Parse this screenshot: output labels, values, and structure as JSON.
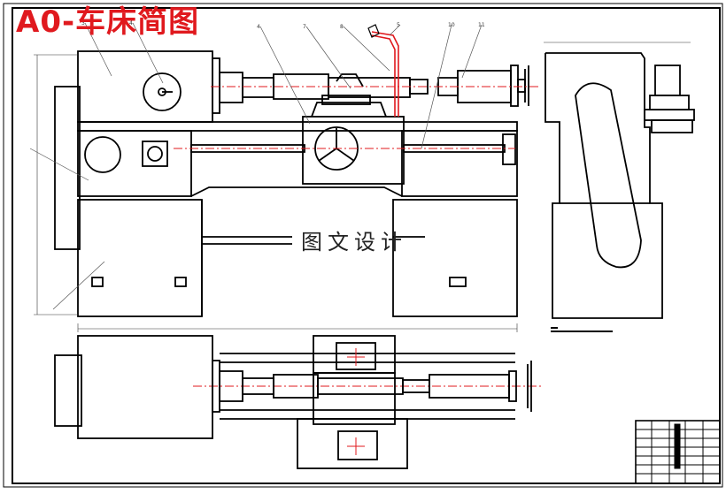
{
  "title": "A0-车床简图",
  "watermark": "图文设计",
  "colors": {
    "line": "#000000",
    "centerline": "#e0191e",
    "title": "#e0191e",
    "leader": "#555555"
  },
  "callouts": [
    "3",
    "4",
    "4",
    "7",
    "8",
    "5",
    "10",
    "11"
  ]
}
